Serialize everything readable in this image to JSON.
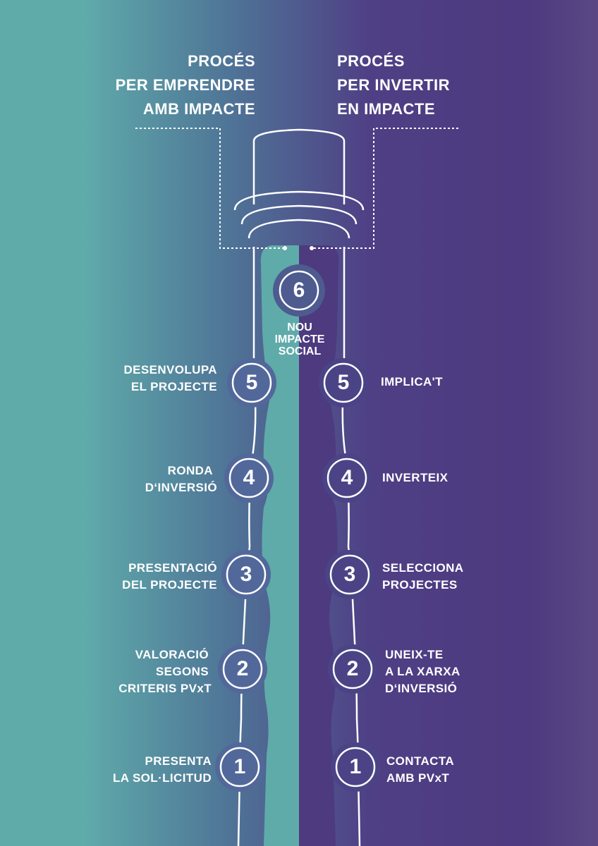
{
  "titles": {
    "left": [
      "PROCÉS",
      "PER EMPRENDRE",
      "AMB IMPACTE"
    ],
    "right": [
      "PROCÉS",
      "PER INVERTIR",
      "EN IMPACTE"
    ]
  },
  "center_step": {
    "number": "6",
    "label": [
      "NOU",
      "IMPACTE",
      "SOCIAL"
    ]
  },
  "left_steps": [
    {
      "number": "5",
      "label": [
        "DESENVOLUPA",
        "EL PROJECTE"
      ]
    },
    {
      "number": "4",
      "label": [
        "RONDA",
        "D‘INVERSIÓ"
      ]
    },
    {
      "number": "3",
      "label": [
        "PRESENTACIÓ",
        "DEL PROJECTE"
      ]
    },
    {
      "number": "2",
      "label": [
        "VALORACIÓ",
        "SEGONS",
        "CRITERIS PVxT"
      ]
    },
    {
      "number": "1",
      "label": [
        "PRESENTA",
        "LA SOL·LICITUD"
      ]
    }
  ],
  "right_steps": [
    {
      "number": "5",
      "label": [
        "IMPLICA'T"
      ]
    },
    {
      "number": "4",
      "label": [
        "INVERTEIX"
      ]
    },
    {
      "number": "3",
      "label": [
        "SELECCIONA",
        "PROJECTES"
      ]
    },
    {
      "number": "2",
      "label": [
        "UNEIX-TE",
        "A LA XARXA",
        "D‘INVERSIÓ"
      ]
    },
    {
      "number": "1",
      "label": [
        "CONTACTA",
        "AMB PVxT"
      ]
    }
  ],
  "colors": {
    "teal": "#5fabaa",
    "purple": "#4d3a7f",
    "line": "#ffffff"
  }
}
